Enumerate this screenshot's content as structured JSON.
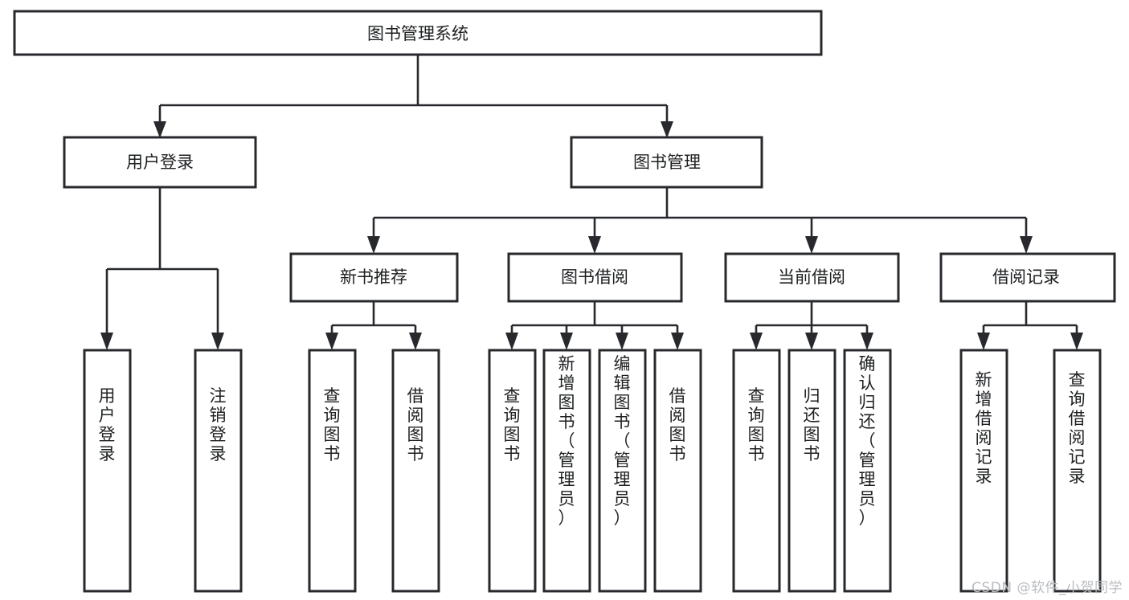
{
  "diagram": {
    "title": "图书管理系统",
    "type": "tree-hierarchy",
    "orientation": "top-down",
    "colors": {
      "node_stroke": "#27292c",
      "node_fill": "#ffffff",
      "connector": "#27292c",
      "text": "#1d1f21",
      "background": "#ffffff",
      "watermark": "#b9bcc0"
    },
    "levels": [
      {
        "level": 1,
        "nodes": [
          {
            "id": "root",
            "label": "图书管理系统",
            "orientation": "horizontal"
          }
        ]
      },
      {
        "level": 2,
        "nodes": [
          {
            "id": "user-login",
            "label": "用户登录",
            "orientation": "horizontal",
            "parent": "root"
          },
          {
            "id": "book-manage",
            "label": "图书管理",
            "orientation": "horizontal",
            "parent": "root"
          }
        ]
      },
      {
        "level": 3,
        "nodes": [
          {
            "id": "new-book-rec",
            "label": "新书推荐",
            "orientation": "horizontal",
            "parent": "book-manage"
          },
          {
            "id": "book-borrow",
            "label": "图书借阅",
            "orientation": "horizontal",
            "parent": "book-manage"
          },
          {
            "id": "current-borrow",
            "label": "当前借阅",
            "orientation": "horizontal",
            "parent": "book-manage"
          },
          {
            "id": "borrow-record",
            "label": "借阅记录",
            "orientation": "horizontal",
            "parent": "book-manage"
          }
        ]
      },
      {
        "level": 4,
        "nodes": [
          {
            "id": "leaf-user-login",
            "label": "用户登录",
            "orientation": "vertical",
            "parent": "user-login"
          },
          {
            "id": "leaf-user-logout",
            "label": "注销登录",
            "orientation": "vertical",
            "parent": "user-login"
          },
          {
            "id": "leaf-query-book-1",
            "label": "查询图书",
            "orientation": "vertical",
            "parent": "new-book-rec"
          },
          {
            "id": "leaf-borrow-book-1",
            "label": "借阅图书",
            "orientation": "vertical",
            "parent": "new-book-rec"
          },
          {
            "id": "leaf-query-book-2",
            "label": "查询图书",
            "orientation": "vertical",
            "parent": "book-borrow"
          },
          {
            "id": "leaf-add-book",
            "label": "新增图书（管理员）",
            "orientation": "vertical",
            "parent": "book-borrow"
          },
          {
            "id": "leaf-edit-book",
            "label": "编辑图书（管理员）",
            "orientation": "vertical",
            "parent": "book-borrow"
          },
          {
            "id": "leaf-borrow-book-2",
            "label": "借阅图书",
            "orientation": "vertical",
            "parent": "book-borrow"
          },
          {
            "id": "leaf-query-book-3",
            "label": "查询图书",
            "orientation": "vertical",
            "parent": "current-borrow"
          },
          {
            "id": "leaf-return-book",
            "label": "归还图书",
            "orientation": "vertical",
            "parent": "current-borrow"
          },
          {
            "id": "leaf-confirm-return",
            "label": "确认归还（管理员）",
            "orientation": "vertical",
            "parent": "current-borrow"
          },
          {
            "id": "leaf-add-record",
            "label": "新增借阅记录",
            "orientation": "vertical",
            "parent": "borrow-record"
          },
          {
            "id": "leaf-query-record",
            "label": "查询借阅记录",
            "orientation": "vertical",
            "parent": "borrow-record"
          }
        ]
      }
    ]
  },
  "watermark": {
    "text": "CSDN @软件_小贺同学"
  }
}
